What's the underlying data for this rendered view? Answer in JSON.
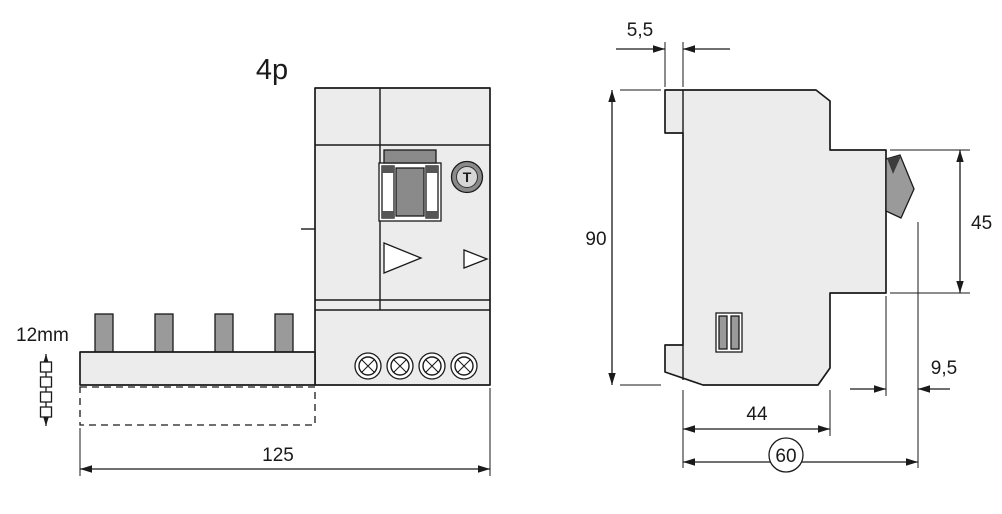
{
  "front_view": {
    "pole_label": "4p",
    "pitch_label": "12mm",
    "width_dim": "125",
    "test_button_label": "T"
  },
  "side_view": {
    "rail_clip_dim": "5,5",
    "height_dim": "90",
    "front_height_dim": "45",
    "toggle_depth_dim": "9,5",
    "depth_dim": "44",
    "total_depth_dim": "60"
  },
  "colors": {
    "background": "#ffffff",
    "body_fill": "#ececec",
    "part_gray": "#9a9a9a",
    "dark_gray": "#8a8a8a",
    "outline": "#1a1a1a"
  }
}
